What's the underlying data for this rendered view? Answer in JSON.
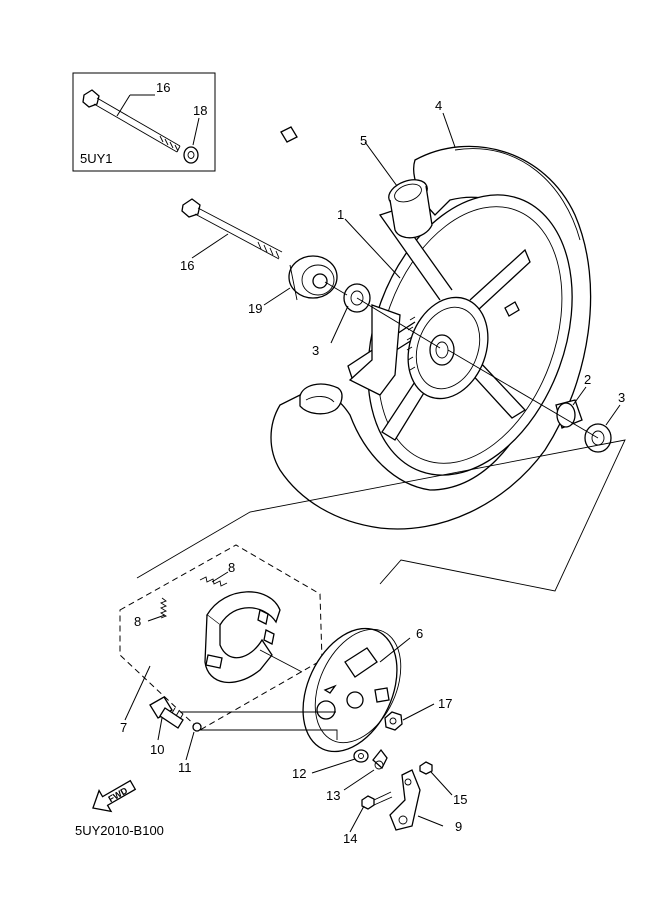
{
  "diagram": {
    "inset_code": "5UY1",
    "figure_code": "5UY2010-B100",
    "fwd_label": "FWD",
    "callouts": {
      "c1": "1",
      "c2": "2",
      "c3a": "3",
      "c3b": "3",
      "c4": "4",
      "c5": "5",
      "c6": "6",
      "c7": "7",
      "c8a": "8",
      "c8b": "8",
      "c9": "9",
      "c10": "10",
      "c11": "11",
      "c12": "12",
      "c13": "13",
      "c14": "14",
      "c15": "15",
      "c16a": "16",
      "c16b": "16",
      "c17": "17",
      "c18": "18",
      "c19": "19"
    }
  }
}
